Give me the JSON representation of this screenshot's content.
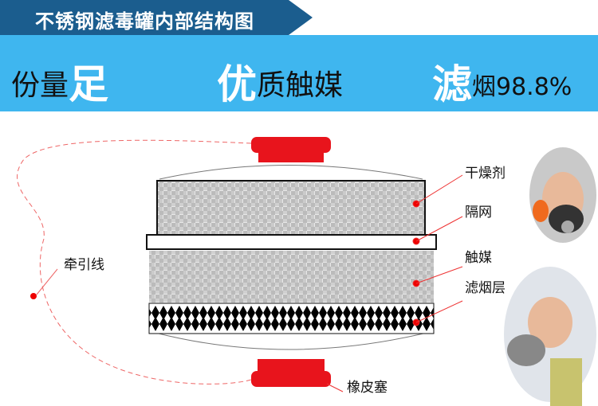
{
  "header": {
    "title": "不锈钢滤毒罐内部结构图"
  },
  "slogans": [
    {
      "normal": "份量",
      "big": "足",
      "after": ""
    },
    {
      "normal": "",
      "big": "优",
      "after": "质触媒"
    },
    {
      "normal": "",
      "big": "滤",
      "after": "烟98.8%"
    }
  ],
  "labels": {
    "desiccant": "干燥剂",
    "mesh": "隔网",
    "catalyst": "触媒",
    "smoke_filter": "滤烟层",
    "pull_cord": "牵引线",
    "rubber_plug": "橡皮塞"
  },
  "colors": {
    "banner": "#1b5d8e",
    "band": "#3fb6ef",
    "plug": "#e8141c"
  }
}
